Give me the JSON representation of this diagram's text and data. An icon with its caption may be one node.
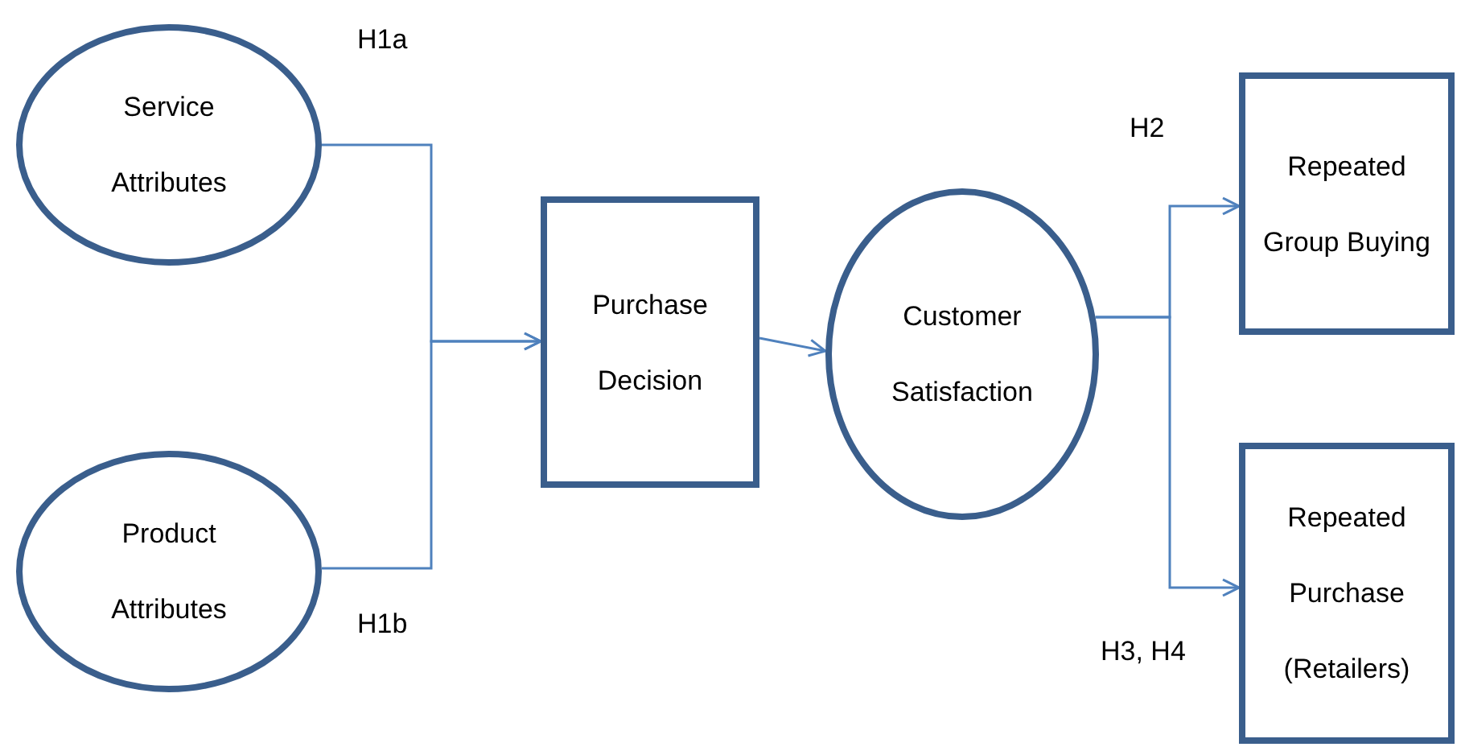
{
  "diagram": {
    "nodes": [
      {
        "text": [
          "Service Attributes"
        ]
      },
      {
        "text": [
          "Product Attributes"
        ]
      },
      {
        "text": [
          "Purchase Decision"
        ]
      },
      {
        "text": [
          "Customer Satisfaction"
        ]
      },
      {
        "text": [
          "Repeated Group Buying"
        ]
      },
      {
        "text": [
          "Repeated Purchase (Retailers)"
        ]
      }
    ],
    "edges": [
      {
        "from": 0,
        "to": 2,
        "arrow": "to"
      },
      {
        "from": 1,
        "to": 2,
        "arrow": "to"
      },
      {
        "from": 2,
        "to": 3,
        "arrow": "to"
      },
      {
        "from": 3,
        "to": 4,
        "arrow": "to"
      },
      {
        "from": 3,
        "to": 5,
        "arrow": "to"
      }
    ],
    "labels": [
      "H1a",
      "H2",
      "H1b",
      "H3, H4"
    ]
  }
}
